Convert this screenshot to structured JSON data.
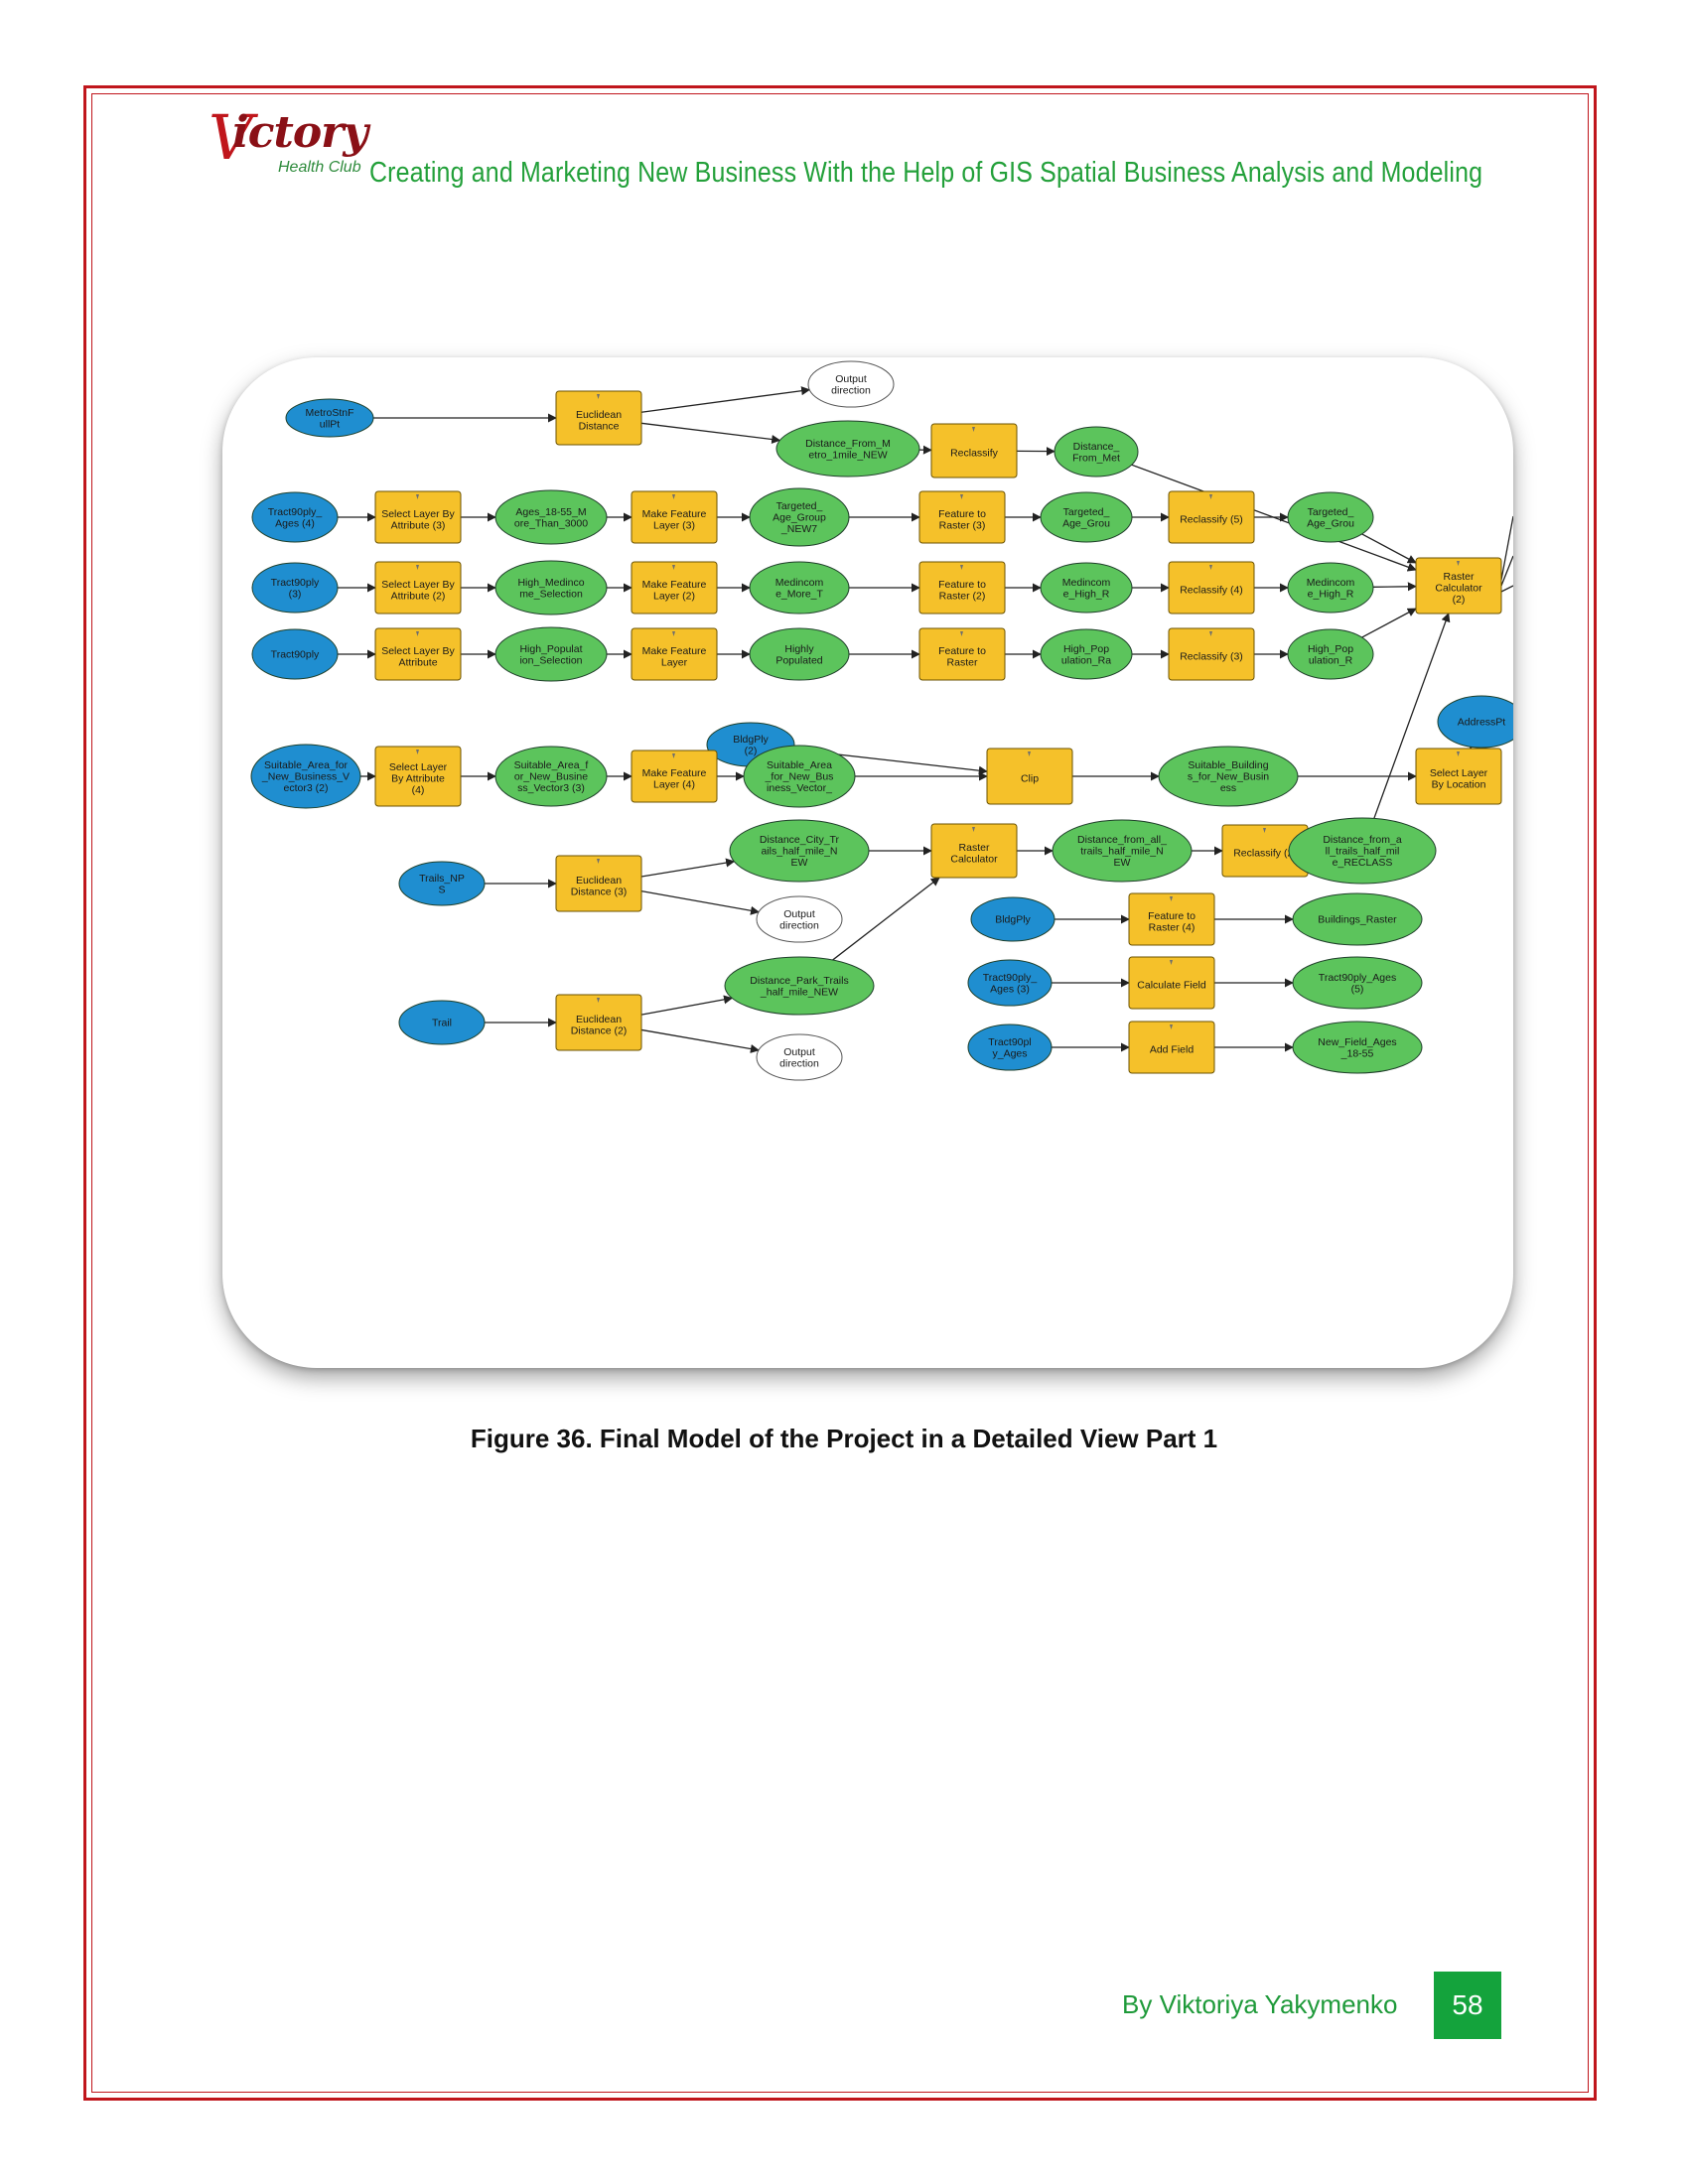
{
  "header": {
    "logo_word": "ictory",
    "logo_initial": "V",
    "logo_sub": "Health Club",
    "title": "Creating and Marketing New Business With the Help of GIS Spatial Business Analysis and Modeling"
  },
  "colors": {
    "frame": "#c0161c",
    "header_green": "#23a03a",
    "data_node": "#1f8ed0",
    "tool_node": "#f5c12a",
    "output_node": "#5cc45c",
    "page_badge": "#14a33c"
  },
  "model": {
    "nodes": [
      {
        "id": "metro",
        "kind": "data",
        "label": [
          "MetroStnF",
          "ullPt"
        ]
      },
      {
        "id": "euc1",
        "kind": "tool",
        "label": [
          "Euclidean",
          "Distance"
        ]
      },
      {
        "id": "outdir1",
        "kind": "white",
        "label": [
          "Output",
          "direction"
        ]
      },
      {
        "id": "dmetro",
        "kind": "out",
        "label": [
          "Distance_From_M",
          "etro_1mile_NEW"
        ]
      },
      {
        "id": "recl1",
        "kind": "tool",
        "label": [
          "Reclassify"
        ]
      },
      {
        "id": "dmet2",
        "kind": "out",
        "label": [
          "Distance_",
          "From_Met"
        ]
      },
      {
        "id": "t_ages4",
        "kind": "data",
        "label": [
          "Tract90ply_",
          "Ages (4)"
        ]
      },
      {
        "id": "sel3",
        "kind": "tool",
        "label": [
          "Select Layer By",
          "Attribute (3)"
        ]
      },
      {
        "id": "ages1855",
        "kind": "out",
        "label": [
          "Ages_18-55_M",
          "ore_Than_3000"
        ]
      },
      {
        "id": "mfl3",
        "kind": "tool",
        "label": [
          "Make Feature",
          "Layer (3)"
        ]
      },
      {
        "id": "tag",
        "kind": "out",
        "label": [
          "Targeted_",
          "Age_Group",
          "_NEW7"
        ]
      },
      {
        "id": "ftr3",
        "kind": "tool",
        "label": [
          "Feature to",
          "Raster (3)"
        ]
      },
      {
        "id": "tag2",
        "kind": "out",
        "label": [
          "Targeted_",
          "Age_Grou"
        ]
      },
      {
        "id": "recl5",
        "kind": "tool",
        "label": [
          "Reclassify (5)"
        ]
      },
      {
        "id": "tag3",
        "kind": "out",
        "label": [
          "Targeted_",
          "Age_Grou"
        ]
      },
      {
        "id": "t3",
        "kind": "data",
        "label": [
          "Tract90ply",
          "(3)"
        ]
      },
      {
        "id": "sel2",
        "kind": "tool",
        "label": [
          "Select Layer By",
          "Attribute (2)"
        ]
      },
      {
        "id": "highmed",
        "kind": "out",
        "label": [
          "High_Medinco",
          "me_Selection"
        ]
      },
      {
        "id": "mfl2",
        "kind": "tool",
        "label": [
          "Make Feature",
          "Layer (2)"
        ]
      },
      {
        "id": "medmore",
        "kind": "out",
        "label": [
          "Medincom",
          "e_More_T"
        ]
      },
      {
        "id": "ftr2",
        "kind": "tool",
        "label": [
          "Feature to",
          "Raster (2)"
        ]
      },
      {
        "id": "medhigh",
        "kind": "out",
        "label": [
          "Medincom",
          "e_High_R"
        ]
      },
      {
        "id": "recl4",
        "kind": "tool",
        "label": [
          "Reclassify (4)"
        ]
      },
      {
        "id": "medhigh2",
        "kind": "out",
        "label": [
          "Medincom",
          "e_High_R"
        ]
      },
      {
        "id": "rcalc2",
        "kind": "tool",
        "label": [
          "Raster",
          "Calculator",
          "(2)"
        ]
      },
      {
        "id": "t",
        "kind": "data",
        "label": [
          "Tract90ply"
        ]
      },
      {
        "id": "sel",
        "kind": "tool",
        "label": [
          "Select Layer By",
          "Attribute"
        ]
      },
      {
        "id": "highpop",
        "kind": "out",
        "label": [
          "High_Populat",
          "ion_Selection"
        ]
      },
      {
        "id": "mfl",
        "kind": "tool",
        "label": [
          "Make Feature",
          "Layer"
        ]
      },
      {
        "id": "hpop",
        "kind": "out",
        "label": [
          "Highly",
          "Populated"
        ]
      },
      {
        "id": "ftr",
        "kind": "tool",
        "label": [
          "Feature to",
          "Raster"
        ]
      },
      {
        "id": "hpr",
        "kind": "out",
        "label": [
          "High_Pop",
          "ulation_Ra"
        ]
      },
      {
        "id": "recl3",
        "kind": "tool",
        "label": [
          "Reclassify (3)"
        ]
      },
      {
        "id": "hpr2",
        "kind": "out",
        "label": [
          "High_Pop",
          "ulation_R"
        ]
      },
      {
        "id": "addr",
        "kind": "data",
        "label": [
          "AddressPt"
        ]
      },
      {
        "id": "bldgply2",
        "kind": "data",
        "label": [
          "BldgPly",
          "(2)"
        ]
      },
      {
        "id": "suit",
        "kind": "data",
        "label": [
          "Suitable_Area_for",
          "_New_Business_V",
          "ector3 (2)"
        ]
      },
      {
        "id": "sel4",
        "kind": "tool",
        "label": [
          "Select Layer",
          "By Attribute",
          "(4)"
        ]
      },
      {
        "id": "suitv3",
        "kind": "out",
        "label": [
          "Suitable_Area_f",
          "or_New_Busine",
          "ss_Vector3 (3)"
        ]
      },
      {
        "id": "mfl4",
        "kind": "tool",
        "label": [
          "Make Feature",
          "Layer (4)"
        ]
      },
      {
        "id": "suitv",
        "kind": "out",
        "label": [
          "Suitable_Area",
          "_for_New_Bus",
          "iness_Vector_"
        ]
      },
      {
        "id": "clip",
        "kind": "tool",
        "label": [
          "Clip"
        ]
      },
      {
        "id": "suitb",
        "kind": "out",
        "label": [
          "Suitable_Building",
          "s_for_New_Busin",
          "ess"
        ]
      },
      {
        "id": "selloc",
        "kind": "tool",
        "label": [
          "Select Layer",
          "By Location"
        ]
      },
      {
        "id": "trailsnps",
        "kind": "data",
        "label": [
          "Trails_NP",
          "S"
        ]
      },
      {
        "id": "euc3",
        "kind": "tool",
        "label": [
          "Euclidean",
          "Distance (3)"
        ]
      },
      {
        "id": "dcity",
        "kind": "out",
        "label": [
          "Distance_City_Tr",
          "ails_half_mile_N",
          "EW"
        ]
      },
      {
        "id": "outdir2",
        "kind": "white",
        "label": [
          "Output",
          "direction"
        ]
      },
      {
        "id": "rcalc",
        "kind": "tool",
        "label": [
          "Raster",
          "Calculator"
        ]
      },
      {
        "id": "dall",
        "kind": "out",
        "label": [
          "Distance_from_all_",
          "trails_half_mile_N",
          "EW"
        ]
      },
      {
        "id": "recl2",
        "kind": "tool",
        "label": [
          "Reclassify (2)"
        ]
      },
      {
        "id": "dallr",
        "kind": "out",
        "label": [
          "Distance_from_a",
          "ll_trails_half_mil",
          "e_RECLASS"
        ]
      },
      {
        "id": "bldgply",
        "kind": "data",
        "label": [
          "BldgPly"
        ]
      },
      {
        "id": "ftr4",
        "kind": "tool",
        "label": [
          "Feature to",
          "Raster (4)"
        ]
      },
      {
        "id": "braster",
        "kind": "out",
        "label": [
          "Buildings_Raster"
        ]
      },
      {
        "id": "t_ages3",
        "kind": "data",
        "label": [
          "Tract90ply_",
          "Ages (3)"
        ]
      },
      {
        "id": "calcf",
        "kind": "tool",
        "label": [
          "Calculate Field"
        ]
      },
      {
        "id": "t_ages5",
        "kind": "out",
        "label": [
          "Tract90ply_Ages",
          "(5)"
        ]
      },
      {
        "id": "trail",
        "kind": "data",
        "label": [
          "Trail"
        ]
      },
      {
        "id": "euc2",
        "kind": "tool",
        "label": [
          "Euclidean",
          "Distance (2)"
        ]
      },
      {
        "id": "dpark",
        "kind": "out",
        "label": [
          "Distance_Park_Trails",
          "_half_mile_NEW"
        ]
      },
      {
        "id": "outdir3",
        "kind": "white",
        "label": [
          "Output",
          "direction"
        ]
      },
      {
        "id": "t_ages",
        "kind": "data",
        "label": [
          "Tract90pl",
          "y_Ages"
        ]
      },
      {
        "id": "addf",
        "kind": "tool",
        "label": [
          "Add Field"
        ]
      },
      {
        "id": "newf",
        "kind": "out",
        "label": [
          "New_Field_Ages",
          "_18-55"
        ]
      }
    ]
  },
  "caption": "Figure 36. Final Model of the Project in a Detailed View Part 1",
  "footer": {
    "author": "By Viktoriya Yakymenko",
    "page_number": "58"
  }
}
